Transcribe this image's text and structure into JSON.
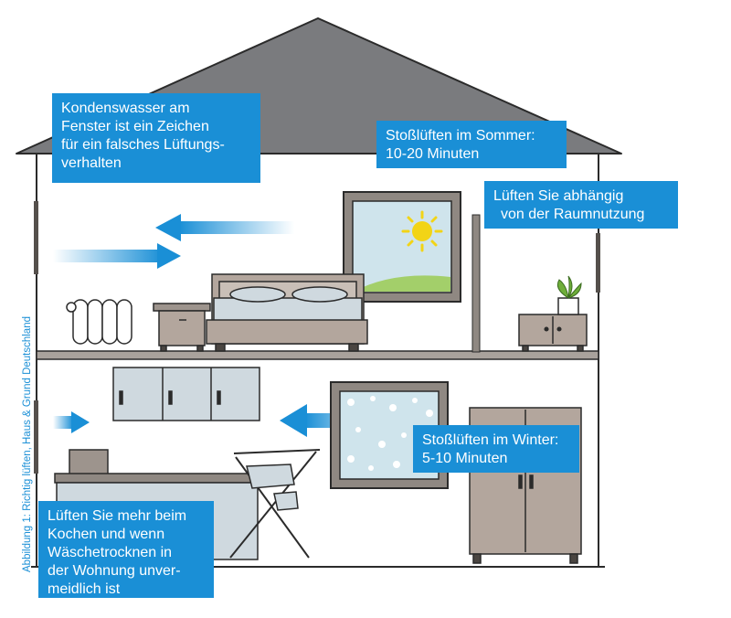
{
  "callouts": {
    "kondenswasser": [
      "Kondenswasser am",
      "Fenster ist ein Zeichen",
      "für ein falsches Lüftungs-",
      "verhalten"
    ],
    "sommer": [
      "Stoßlüften im Sommer:",
      "10-20 Minuten"
    ],
    "raumnutzung": [
      "Lüften Sie abhängig",
      "von der Raumnutzung"
    ],
    "winter": [
      "Stoßlüften im Winter:",
      "5-10 Minuten"
    ],
    "kochen": [
      "Lüften Sie mehr beim",
      "Kochen und wenn",
      "Wäschetrocknen in",
      "der Wohnung unver-",
      "meidlich ist"
    ]
  },
  "caption": "Abbildung 1: Richtig lüften, Haus & Grund Deutschland",
  "colors": {
    "callout_blue": "#1a8fd6",
    "roof": "#7a7b7e",
    "wall_outline": "#2b2b2b",
    "furniture_taupe": "#b3a69d",
    "window_sky": "#cfe4ec",
    "sun": "#f2d416",
    "grass": "#a3cf6a",
    "cabinet_blue": "#cfd9df",
    "arrow_blue": "#1a8fd6"
  },
  "icons": [
    "sun-icon",
    "plant-icon",
    "radiator-icon",
    "airflow-arrow-icon",
    "drying-rack-icon",
    "snowflake-dots-icon"
  ]
}
